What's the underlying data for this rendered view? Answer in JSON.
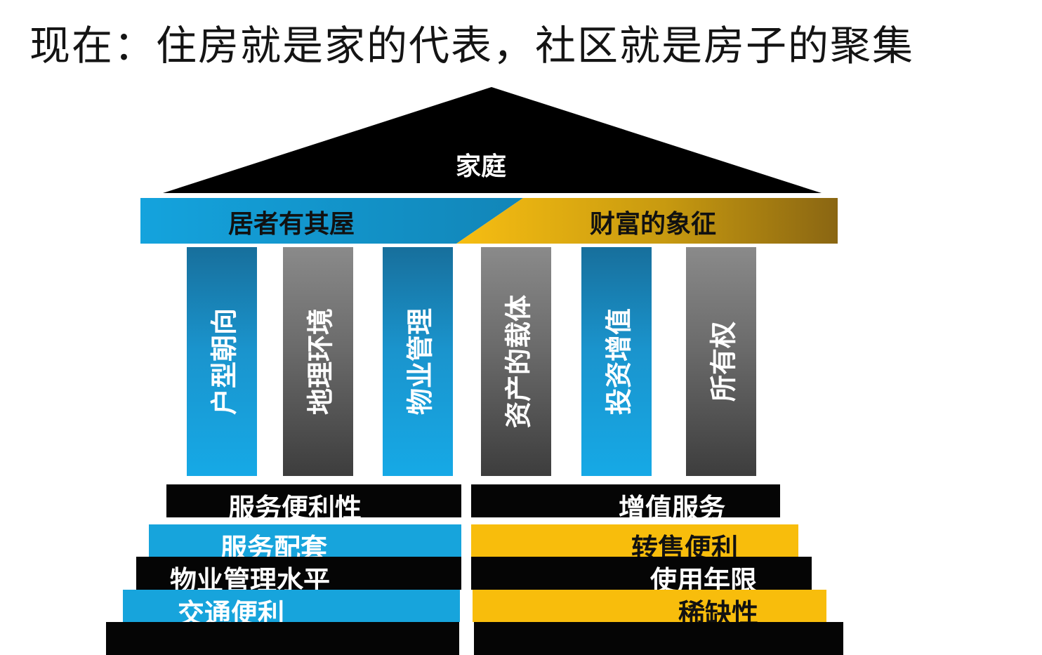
{
  "title": "现在：住房就是家的代表，社区就是房子的聚集",
  "roof": {
    "label": "家庭"
  },
  "beam": {
    "left_label": "居者有其屋",
    "right_label": "财富的象征"
  },
  "pillars": [
    {
      "label": "户型朝向",
      "color": "blue"
    },
    {
      "label": "地理环境",
      "color": "gray"
    },
    {
      "label": "物业管理",
      "color": "blue"
    },
    {
      "label": "资产的载体",
      "color": "gray"
    },
    {
      "label": "投资增值",
      "color": "blue"
    },
    {
      "label": "所有权",
      "color": "gray"
    }
  ],
  "steps_left": [
    {
      "label": "服务便利性",
      "color": "black"
    },
    {
      "label": "服务配套",
      "color": "blue"
    },
    {
      "label": "物业管理水平",
      "color": "black"
    },
    {
      "label": "交通便利",
      "color": "blue"
    },
    {
      "label": "",
      "color": "black"
    }
  ],
  "steps_right": [
    {
      "label": "增值服务",
      "color": "black"
    },
    {
      "label": "转售便利",
      "color": "gold"
    },
    {
      "label": "使用年限",
      "color": "black"
    },
    {
      "label": "稀缺性",
      "color": "gold"
    },
    {
      "label": "",
      "color": "black"
    }
  ],
  "colors": {
    "blue": "#17a4dc",
    "gold": "#f8bd0c",
    "gray": "#6a6a6a",
    "black": "#050505"
  }
}
